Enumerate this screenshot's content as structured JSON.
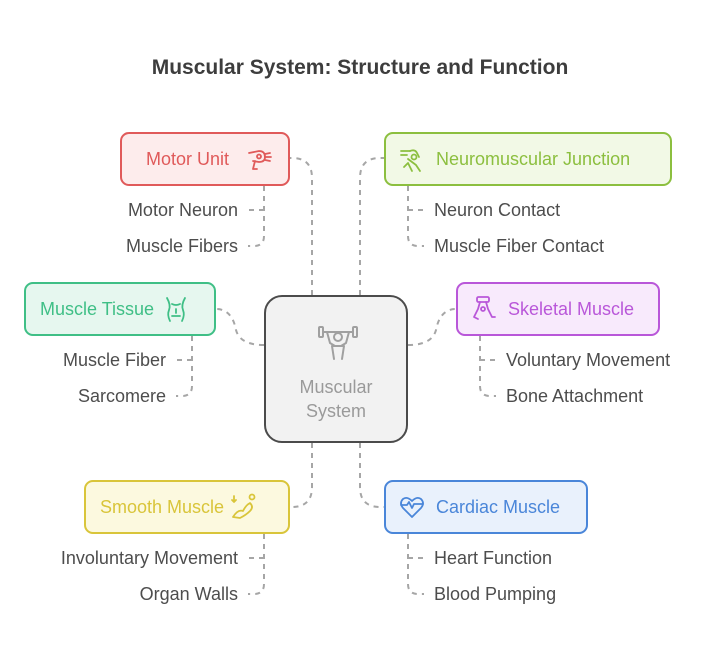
{
  "title": "Muscular System: Structure and Function",
  "center": {
    "label": "Muscular\nSystem",
    "icon": "weightlifter-icon"
  },
  "branches": {
    "motor_unit": {
      "label": "Motor Unit",
      "icon": "hairdryer-nerve-icon",
      "color": "#e05a5a",
      "fill": "#fdecec",
      "items": [
        "Motor Neuron",
        "Muscle Fibers"
      ]
    },
    "neuromuscular_junction": {
      "label": "Neuromuscular Junction",
      "icon": "hand-touch-icon",
      "color": "#8cbf3f",
      "fill": "#f2f9e6",
      "items": [
        "Neuron Contact",
        "Muscle Fiber Contact"
      ]
    },
    "muscle_tissue": {
      "label": "Muscle Tissue",
      "icon": "torso-icon",
      "color": "#3fbf86",
      "fill": "#e6f7ef",
      "items": [
        "Muscle Fiber",
        "Sarcomere"
      ]
    },
    "skeletal_muscle": {
      "label": "Skeletal Muscle",
      "icon": "leg-bone-icon",
      "color": "#b957d9",
      "fill": "#f8eafc",
      "items": [
        "Voluntary Movement",
        "Bone Attachment"
      ]
    },
    "smooth_muscle": {
      "label": "Smooth Muscle",
      "icon": "flexing-arm-icon",
      "color": "#d9c53a",
      "fill": "#fcf9df",
      "items": [
        "Involuntary Movement",
        "Organ Walls"
      ]
    },
    "cardiac_muscle": {
      "label": "Cardiac Muscle",
      "icon": "heart-pulse-icon",
      "color": "#4a86d9",
      "fill": "#e9f1fc",
      "items": [
        "Heart Function",
        "Blood Pumping"
      ]
    }
  }
}
